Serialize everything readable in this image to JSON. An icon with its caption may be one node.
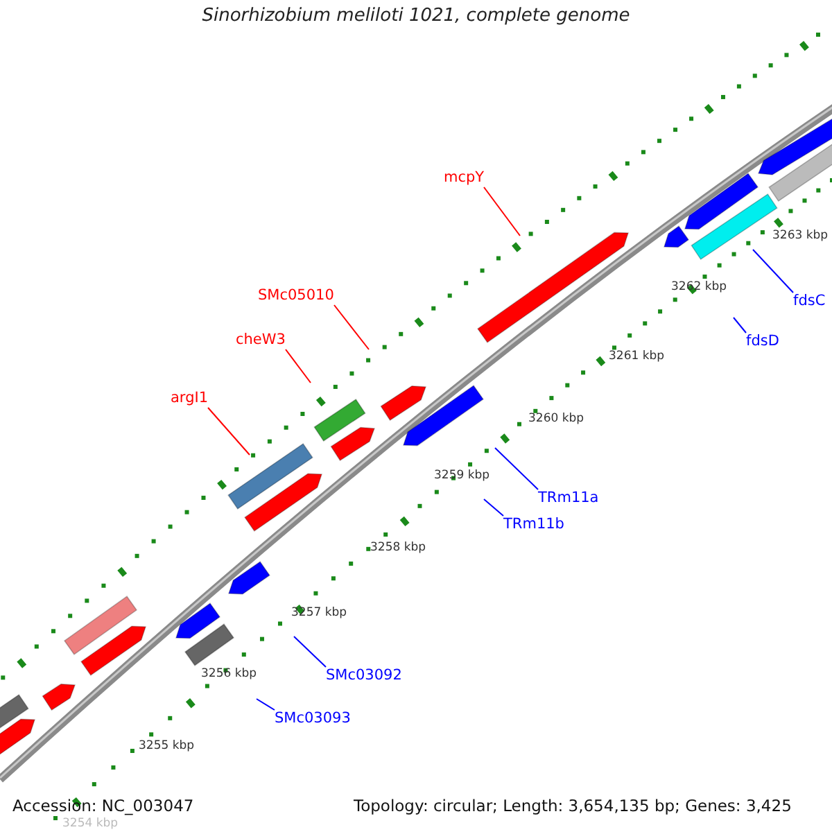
{
  "diagram": {
    "title": "Sinorhizobium meliloti 1021, complete genome",
    "nodes": [
      {
        "text": [
          "mcpY"
        ]
      },
      {
        "text": [
          "SMc05010"
        ]
      },
      {
        "text": [
          "cheW3"
        ]
      },
      {
        "text": [
          "argI1"
        ]
      },
      {
        "text": [
          "fdsC"
        ]
      },
      {
        "text": [
          "fdsD"
        ]
      },
      {
        "text": [
          "TRm11a"
        ]
      },
      {
        "text": [
          "TRm11b"
        ]
      },
      {
        "text": [
          "SMc03092"
        ]
      },
      {
        "text": [
          "SMc03093"
        ]
      }
    ],
    "edges": [
      {
        "from": 0,
        "to": null,
        "arrow": "none",
        "color": "#ff0000"
      },
      {
        "from": 1,
        "to": null,
        "arrow": "none",
        "color": "#ff0000"
      },
      {
        "from": 2,
        "to": null,
        "arrow": "none",
        "color": "#ff0000"
      },
      {
        "from": 3,
        "to": null,
        "arrow": "none",
        "color": "#ff0000"
      },
      {
        "from": 4,
        "to": null,
        "arrow": "none",
        "color": "#0000ff"
      },
      {
        "from": 5,
        "to": null,
        "arrow": "none",
        "color": "#0000ff"
      },
      {
        "from": 6,
        "to": null,
        "arrow": "none",
        "color": "#0000ff"
      },
      {
        "from": 7,
        "to": null,
        "arrow": "none",
        "color": "#0000ff"
      },
      {
        "from": 8,
        "to": null,
        "arrow": "none",
        "color": "#0000ff"
      },
      {
        "from": 9,
        "to": null,
        "arrow": "none",
        "color": "#0000ff"
      }
    ],
    "labels": [
      "3263 kbp",
      "3262 kbp",
      "3261 kbp",
      "3260 kbp",
      "3259 kbp",
      "3258 kbp",
      "3257 kbp",
      "3256 kbp",
      "3255 kbp",
      "3254 kbp",
      "Accession: NC_003047",
      "Topology: circular; Length: 3,654,135 bp; Genes: 3,425"
    ]
  }
}
